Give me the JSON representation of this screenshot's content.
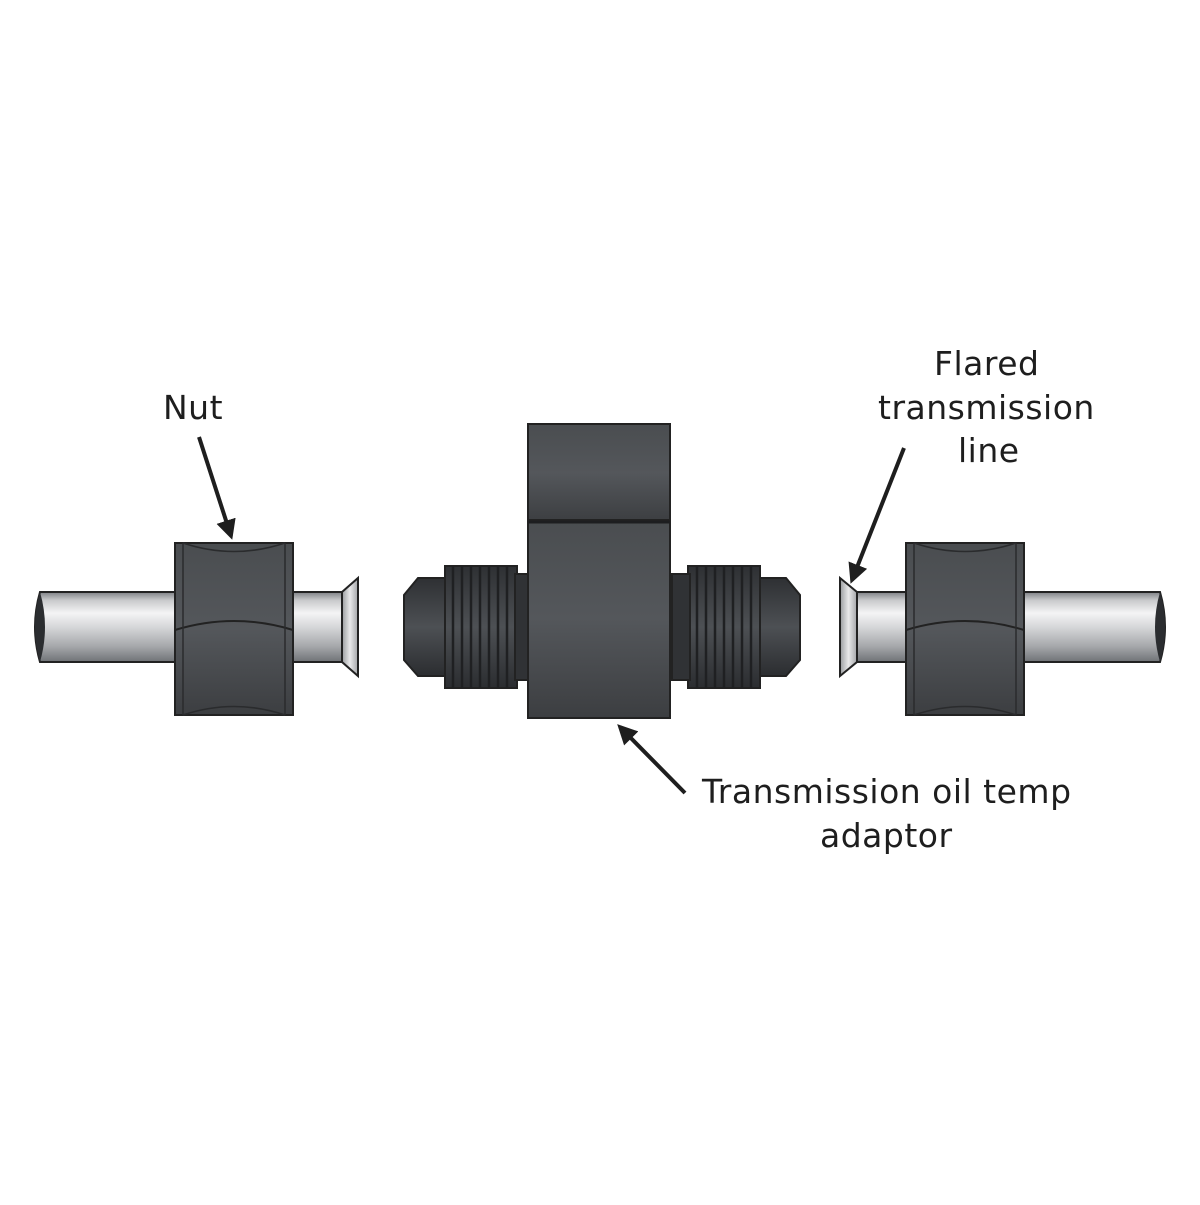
{
  "labels": {
    "nut": "Nut",
    "flared_line": [
      "Flared",
      "transmission",
      "line"
    ],
    "adaptor": [
      "Transmission oil temp",
      "adaptor"
    ]
  },
  "colors": {
    "metal_dark": "#3f4144",
    "metal_mid": "#55585c",
    "tube_light": "#e6e7e8",
    "tube_shadow": "#8e9094",
    "outline": "#222222",
    "text": "#1e1e1e"
  },
  "icons": [
    "arrow-icon"
  ]
}
